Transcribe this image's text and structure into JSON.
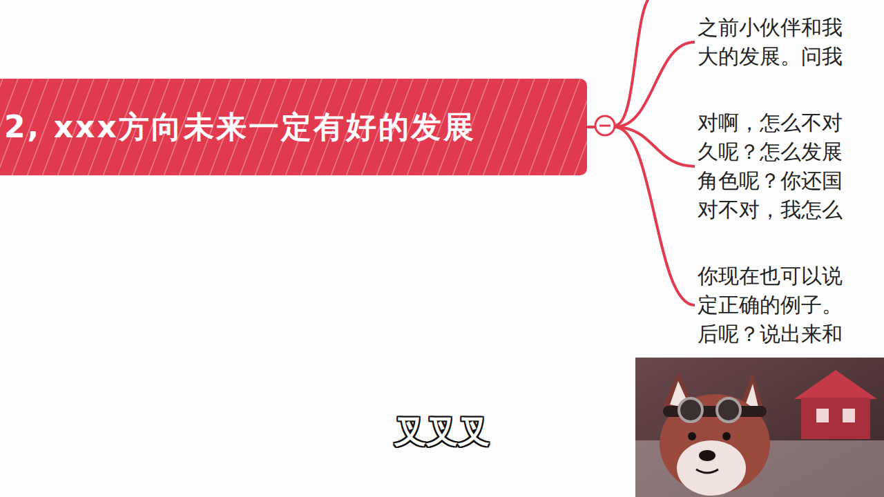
{
  "diagram": {
    "nodes": [
      {
        "text": [
          "2, xxx方向未来一定有好的发展"
        ]
      },
      {
        "text": [
          "之前小伙伴和我 大的发展。问我"
        ]
      },
      {
        "text": [
          "对啊，怎么不对 久呢？怎么发展 角色呢？你还国 对不对，我怎么"
        ]
      },
      {
        "text": [
          "你现在也可以说 定正确的例子。 后呢？说出来和"
        ]
      }
    ],
    "edges": [
      {
        "from": 0,
        "to": 1,
        "arrow": "none"
      },
      {
        "from": 0,
        "to": 2,
        "arrow": "none"
      },
      {
        "from": 0,
        "to": 3,
        "arrow": "none"
      }
    ],
    "labels": [
      "叉叉叉"
    ]
  }
}
